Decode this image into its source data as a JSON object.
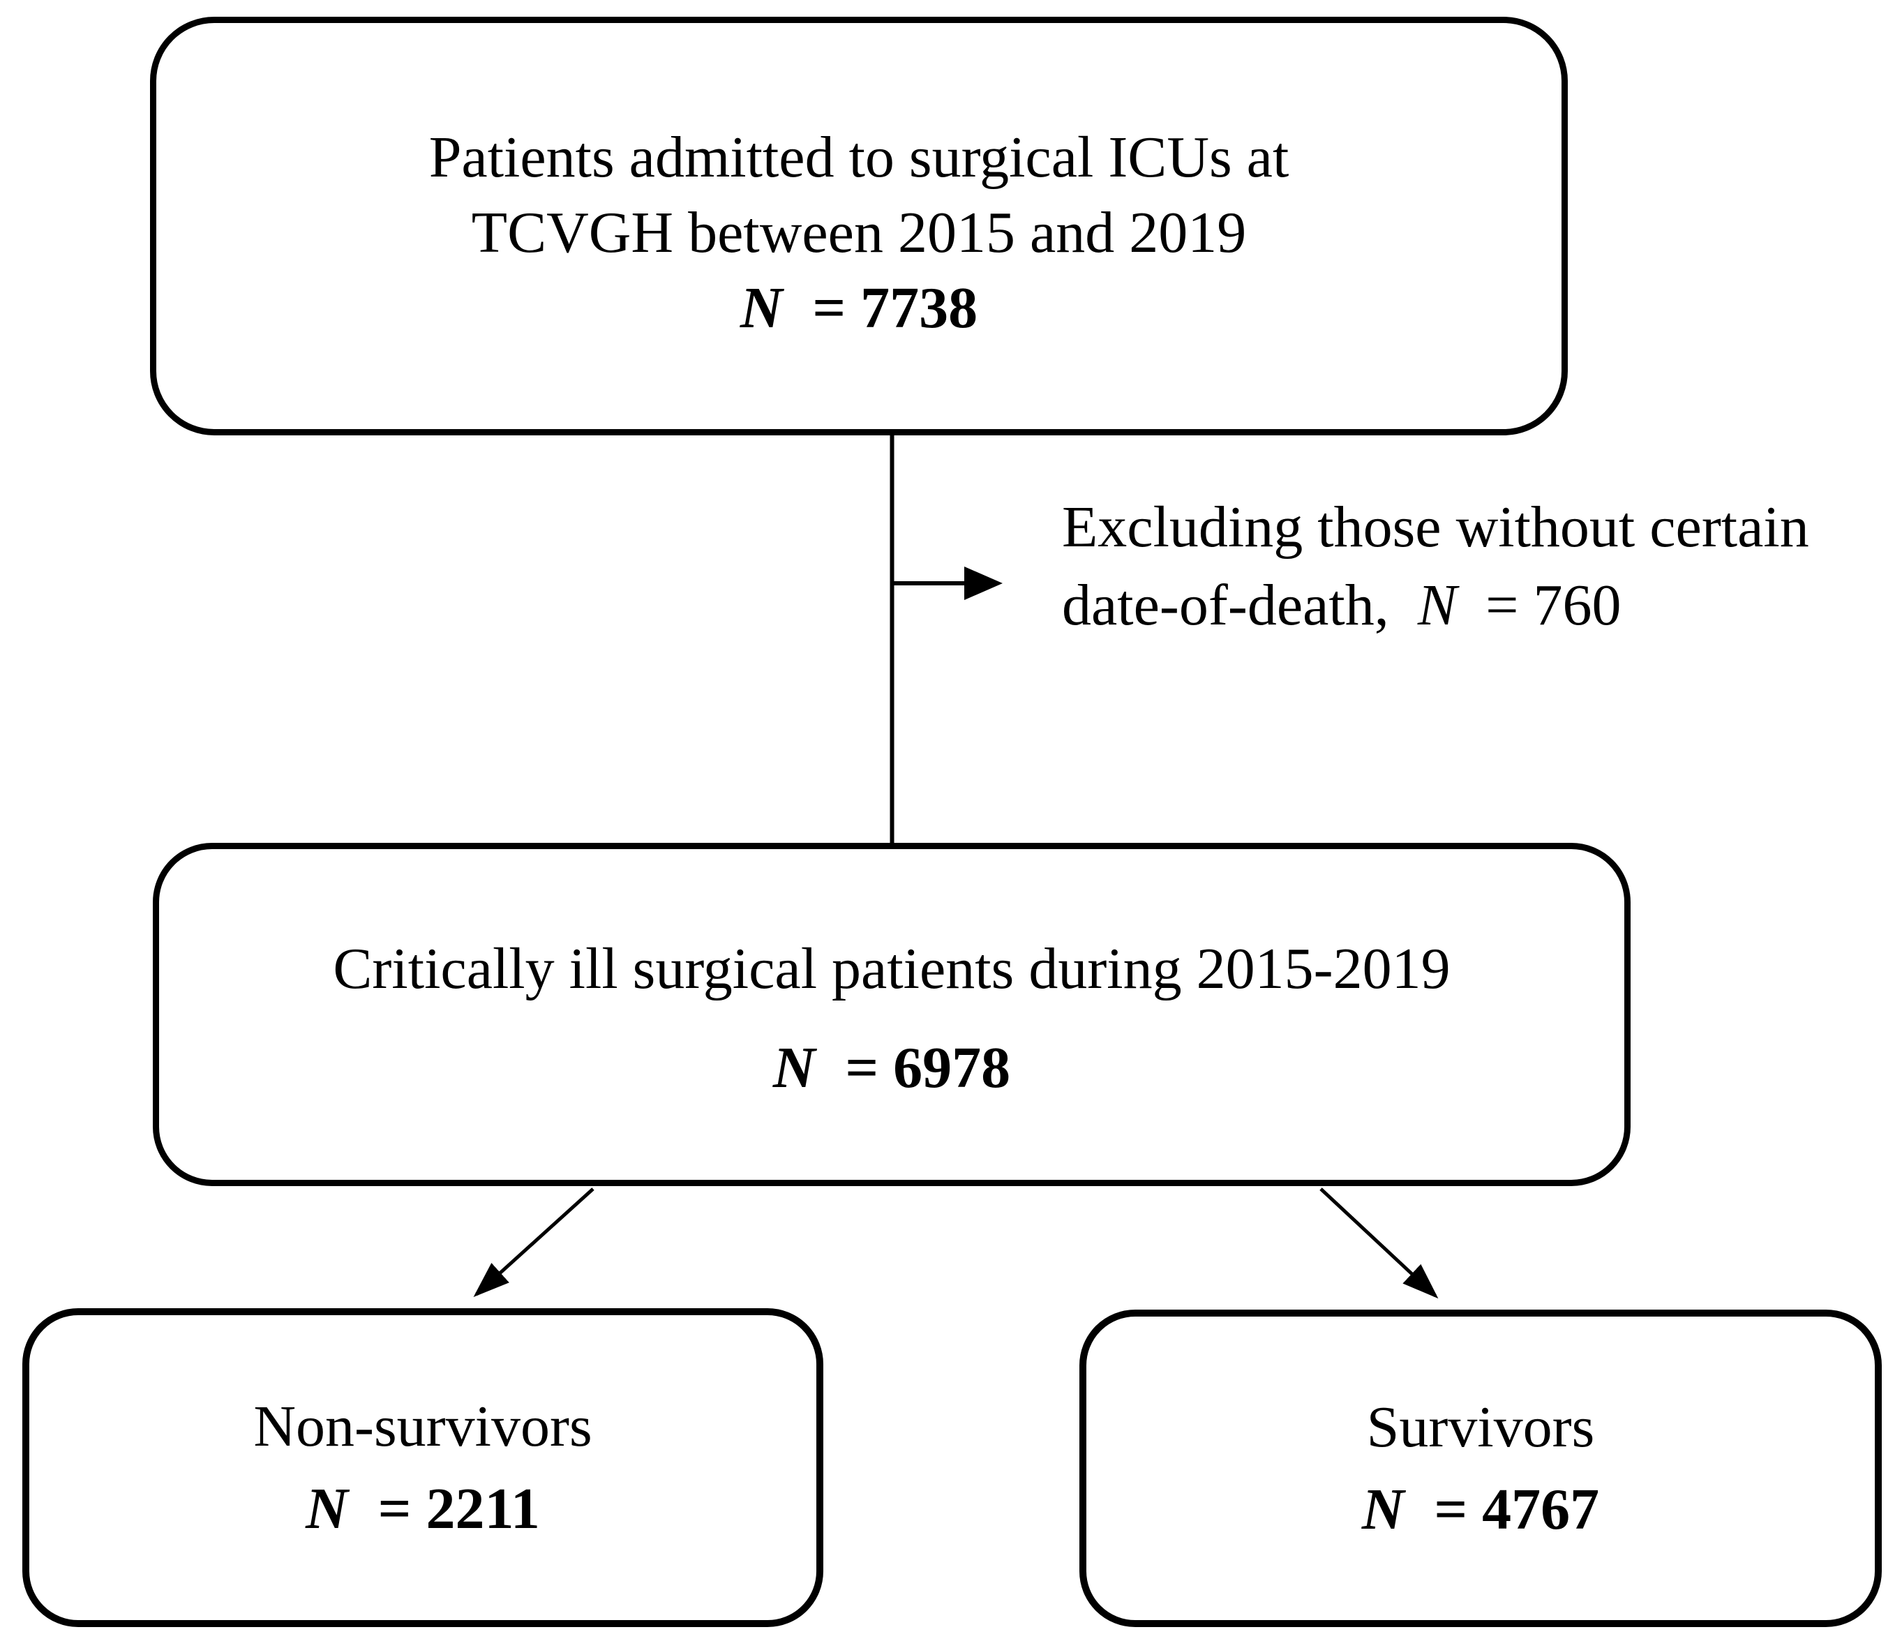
{
  "page": {
    "background_color": "#ffffff",
    "ink_color": "#000000"
  },
  "flowchart": {
    "top_box": {
      "line1": "Patients admitted to surgical ICUs at",
      "line2": "TCVGH between 2015 and 2019",
      "n_label": "N",
      "n_value": "= 7738"
    },
    "exclusion_note": {
      "line1": "Excluding those without certain",
      "line2_prefix": "date-of-death,",
      "n_label": "N",
      "n_value": "= 760"
    },
    "middle_box": {
      "line1": "Critically ill surgical patients during 2015-2019",
      "n_label": "N",
      "n_value": "= 6978"
    },
    "left_box": {
      "line1": "Non-survivors",
      "n_label": "N",
      "n_value": "= 2211"
    },
    "right_box": {
      "line1": "Survivors",
      "n_label": "N",
      "n_value": "= 4767"
    }
  }
}
